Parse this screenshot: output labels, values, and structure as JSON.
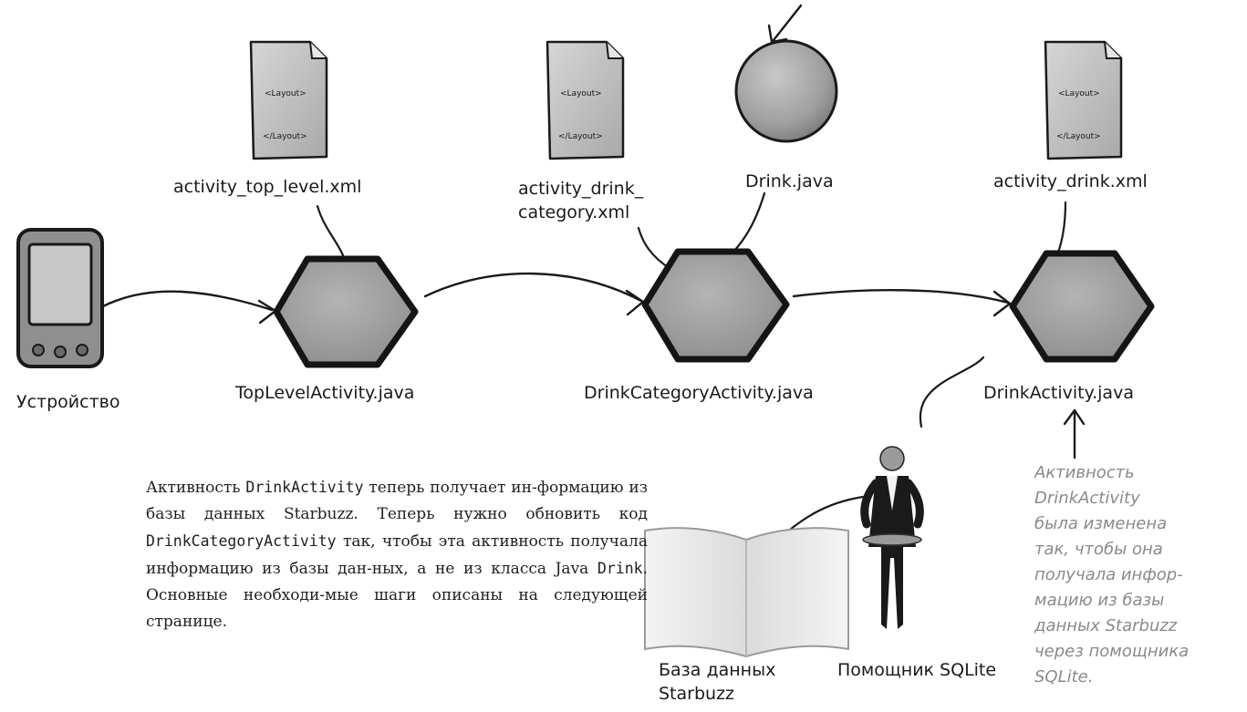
{
  "nodes": {
    "device": {
      "label": "Устройство"
    },
    "top_level_activity": {
      "label": "TopLevelActivity.java"
    },
    "drink_category_activity": {
      "label": "DrinkCategoryActivity.java"
    },
    "drink_activity": {
      "label": "DrinkActivity.java"
    },
    "drink_class": {
      "label": "Drink.java"
    },
    "sqlite_helper": {
      "label": "Помощник SQLite"
    },
    "database": {
      "label": "База данных\nStarbuzz"
    }
  },
  "layouts": {
    "top_level": {
      "label": "activity_top_level.xml",
      "tag_open": "<Layout>",
      "tag_close": "</Layout>"
    },
    "drink_category": {
      "label": "activity_drink_\ncategory.xml",
      "tag_open": "<Layout>",
      "tag_close": "</Layout>"
    },
    "drink": {
      "label": "activity_drink.xml",
      "tag_open": "<Layout>",
      "tag_close": "</Layout>"
    }
  },
  "paragraph": {
    "p1": "Активность ",
    "code1": "DrinkActivity",
    "p2": " теперь получает ин-формацию из базы данных Starbuzz. Теперь нужно обновить код ",
    "code2": "DrinkCategoryActivity",
    "p3": " так, чтобы эта активность получала информацию из базы дан-ных, а не из класса Java ",
    "code3": "Drink",
    "p4": ". Основные необходи-мые шаги описаны на следующей странице."
  },
  "annotation": "Активность\nDrinkActivity\nбыла изменена\nтак, чтобы она\nполучала инфор-\nмацию из базы\nданных Starbuzz\nчерез помощника\nSQLite.",
  "colors": {
    "hexagon_fill": "#a6a6a6",
    "hexagon_stroke": "#151515",
    "document_fill": "#c4c4c4",
    "annotation_text": "#8a8a8a"
  }
}
